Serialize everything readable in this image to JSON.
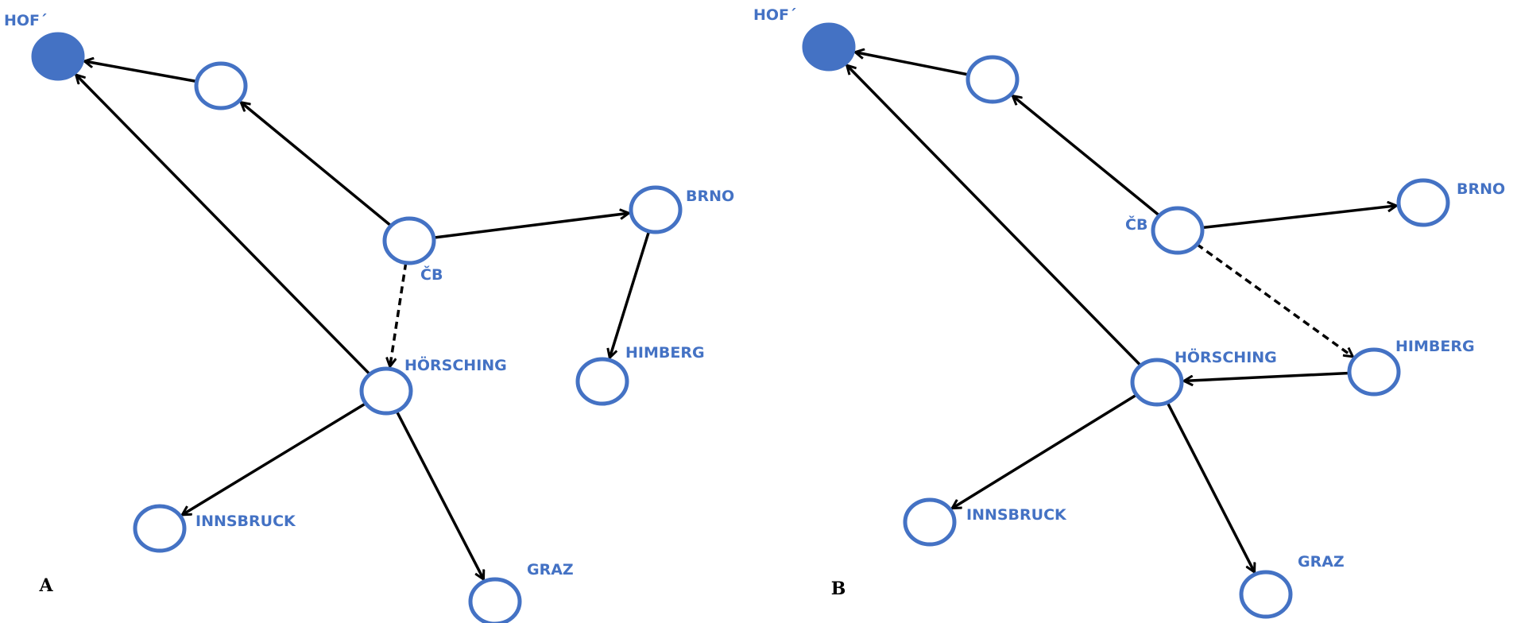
{
  "colors": {
    "node": "#4472c4",
    "edge": "#000000",
    "background": "#ffffff"
  },
  "panels": [
    {
      "id": "A",
      "label": "A",
      "nodes": [
        {
          "id": "hof",
          "label": "HOF´",
          "filled": true
        },
        {
          "id": "mid",
          "label": "",
          "filled": false
        },
        {
          "id": "cb",
          "label": "ČB",
          "filled": false
        },
        {
          "id": "brno",
          "label": "BRNO",
          "filled": false
        },
        {
          "id": "himberg",
          "label": "HIMBERG",
          "filled": false
        },
        {
          "id": "horsching",
          "label": "HÖRSCHING",
          "filled": false
        },
        {
          "id": "innsbruck",
          "label": "INNSBRUCK",
          "filled": false
        },
        {
          "id": "graz",
          "label": "GRAZ",
          "filled": false
        }
      ],
      "edges": [
        {
          "from": "mid",
          "to": "hof",
          "style": "solid"
        },
        {
          "from": "cb",
          "to": "mid",
          "style": "solid"
        },
        {
          "from": "horsching",
          "to": "hof",
          "style": "solid"
        },
        {
          "from": "cb",
          "to": "brno",
          "style": "solid"
        },
        {
          "from": "brno",
          "to": "himberg",
          "style": "solid"
        },
        {
          "from": "cb",
          "to": "horsching",
          "style": "dashed"
        },
        {
          "from": "horsching",
          "to": "innsbruck",
          "style": "solid"
        },
        {
          "from": "horsching",
          "to": "graz",
          "style": "solid"
        }
      ]
    },
    {
      "id": "B",
      "label": "B",
      "nodes": [
        {
          "id": "hof",
          "label": "HOF´",
          "filled": true
        },
        {
          "id": "mid",
          "label": "",
          "filled": false
        },
        {
          "id": "cb",
          "label": "ČB",
          "filled": false
        },
        {
          "id": "brno",
          "label": "BRNO",
          "filled": false
        },
        {
          "id": "himberg",
          "label": "HIMBERG",
          "filled": false
        },
        {
          "id": "horsching",
          "label": "HÖRSCHING",
          "filled": false
        },
        {
          "id": "innsbruck",
          "label": "INNSBRUCK",
          "filled": false
        },
        {
          "id": "graz",
          "label": "GRAZ",
          "filled": false
        }
      ],
      "edges": [
        {
          "from": "mid",
          "to": "hof",
          "style": "solid"
        },
        {
          "from": "cb",
          "to": "mid",
          "style": "solid"
        },
        {
          "from": "horsching",
          "to": "hof",
          "style": "solid"
        },
        {
          "from": "cb",
          "to": "brno",
          "style": "solid"
        },
        {
          "from": "cb",
          "to": "himberg",
          "style": "dashed"
        },
        {
          "from": "himberg",
          "to": "horsching",
          "style": "solid"
        },
        {
          "from": "horsching",
          "to": "innsbruck",
          "style": "solid"
        },
        {
          "from": "horsching",
          "to": "graz",
          "style": "solid"
        }
      ]
    }
  ]
}
